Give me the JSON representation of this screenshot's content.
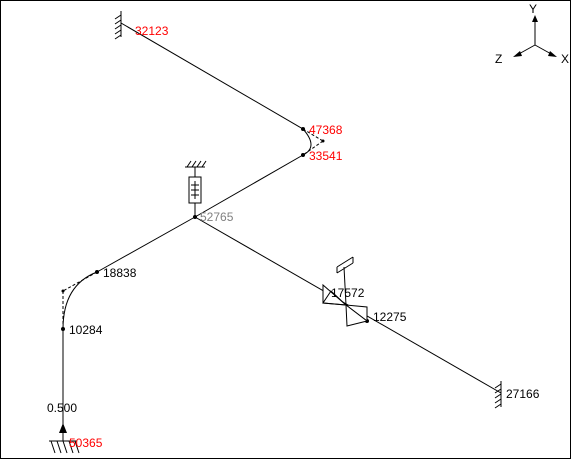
{
  "colors": {
    "line": "#000000",
    "red": "#ff0000",
    "black": "#000000",
    "gray": "#808080",
    "background": "#ffffff"
  },
  "axes": {
    "y": "Y",
    "z": "Z",
    "x": "X"
  },
  "nodes": {
    "n32123": {
      "label": "32123",
      "color": "red"
    },
    "n47368": {
      "label": "47368",
      "color": "red"
    },
    "n33541": {
      "label": "33541",
      "color": "red"
    },
    "n52765": {
      "label": "52765",
      "color": "gray"
    },
    "n18838": {
      "label": "18838",
      "color": "black"
    },
    "n10284": {
      "label": "10284",
      "color": "black"
    },
    "n17572": {
      "label": "17572",
      "color": "black"
    },
    "n12275": {
      "label": "12275",
      "color": "black"
    },
    "n27166": {
      "label": "27166",
      "color": "black"
    },
    "n50365": {
      "label": "50365",
      "color": "red"
    },
    "load": {
      "label": "0.500",
      "color": "black"
    }
  }
}
